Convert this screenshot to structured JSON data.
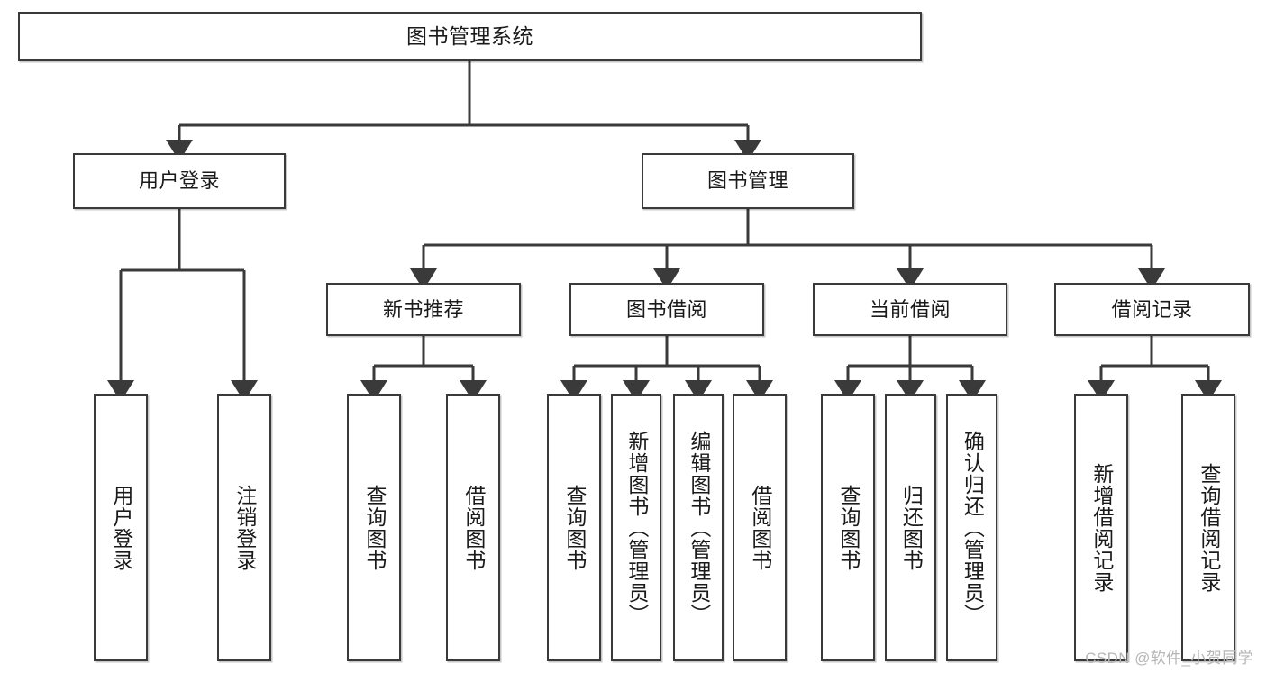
{
  "diagram": {
    "title": "图书管理系统",
    "type": "tree-hierarchy-diagram",
    "root": {
      "label": "图书管理系统"
    },
    "level2": [
      {
        "label": "用户登录"
      },
      {
        "label": "图书管理"
      }
    ],
    "level3": [
      {
        "label": "新书推荐"
      },
      {
        "label": "图书借阅"
      },
      {
        "label": "当前借阅"
      },
      {
        "label": "借阅记录"
      }
    ],
    "leaves": {
      "user_login": [
        {
          "label": "用户登录"
        },
        {
          "label": "注销登录"
        }
      ],
      "new_book_recommend": [
        {
          "label": "查询图书"
        },
        {
          "label": "借阅图书"
        }
      ],
      "book_borrow": [
        {
          "label": "查询图书"
        },
        {
          "label": "新增图书（管理员）"
        },
        {
          "label": "编辑图书（管理员）"
        },
        {
          "label": "借阅图书"
        }
      ],
      "current_borrow": [
        {
          "label": "查询图书"
        },
        {
          "label": "归还图书"
        },
        {
          "label": "确认归还（管理员）"
        }
      ],
      "borrow_records": [
        {
          "label": "新增借阅记录"
        },
        {
          "label": "查询借阅记录"
        }
      ]
    }
  },
  "watermark": {
    "text": "CSDN @软件_小贺同学"
  },
  "colors": {
    "stroke": "#3a3a3a",
    "background": "#ffffff",
    "text": "#1a1a1a",
    "watermark": "#b6b6b6"
  }
}
